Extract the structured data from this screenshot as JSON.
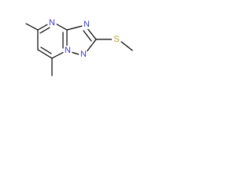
{
  "molecule": {
    "atoms": {
      "n_pyrimidine": {
        "symbol": "N",
        "color": "#3a3acd"
      },
      "n_triazole_top": {
        "symbol": "N",
        "color": "#3a3acd"
      },
      "n_triazole_bottom": {
        "symbol": "N",
        "color": "#3a3acd"
      },
      "n_bridge": {
        "symbol": "N",
        "color": "#3a3acd"
      },
      "s_thioether": {
        "symbol": "S",
        "color": "#b8a028"
      }
    },
    "bond_color": "#000000"
  }
}
